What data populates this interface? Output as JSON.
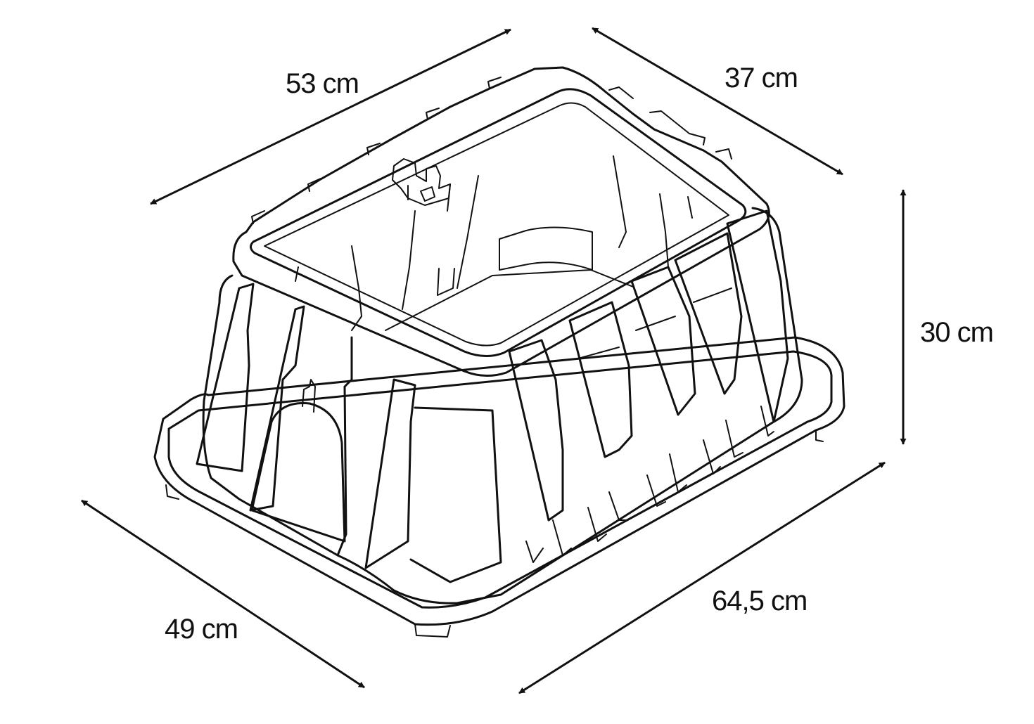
{
  "dimensions": {
    "top_length": "53 cm",
    "top_width": "37 cm",
    "height": "30 cm",
    "bottom_length": "64,5 cm",
    "bottom_width": "49 cm"
  },
  "colors": {
    "line": "#111111",
    "background": "#ffffff"
  }
}
